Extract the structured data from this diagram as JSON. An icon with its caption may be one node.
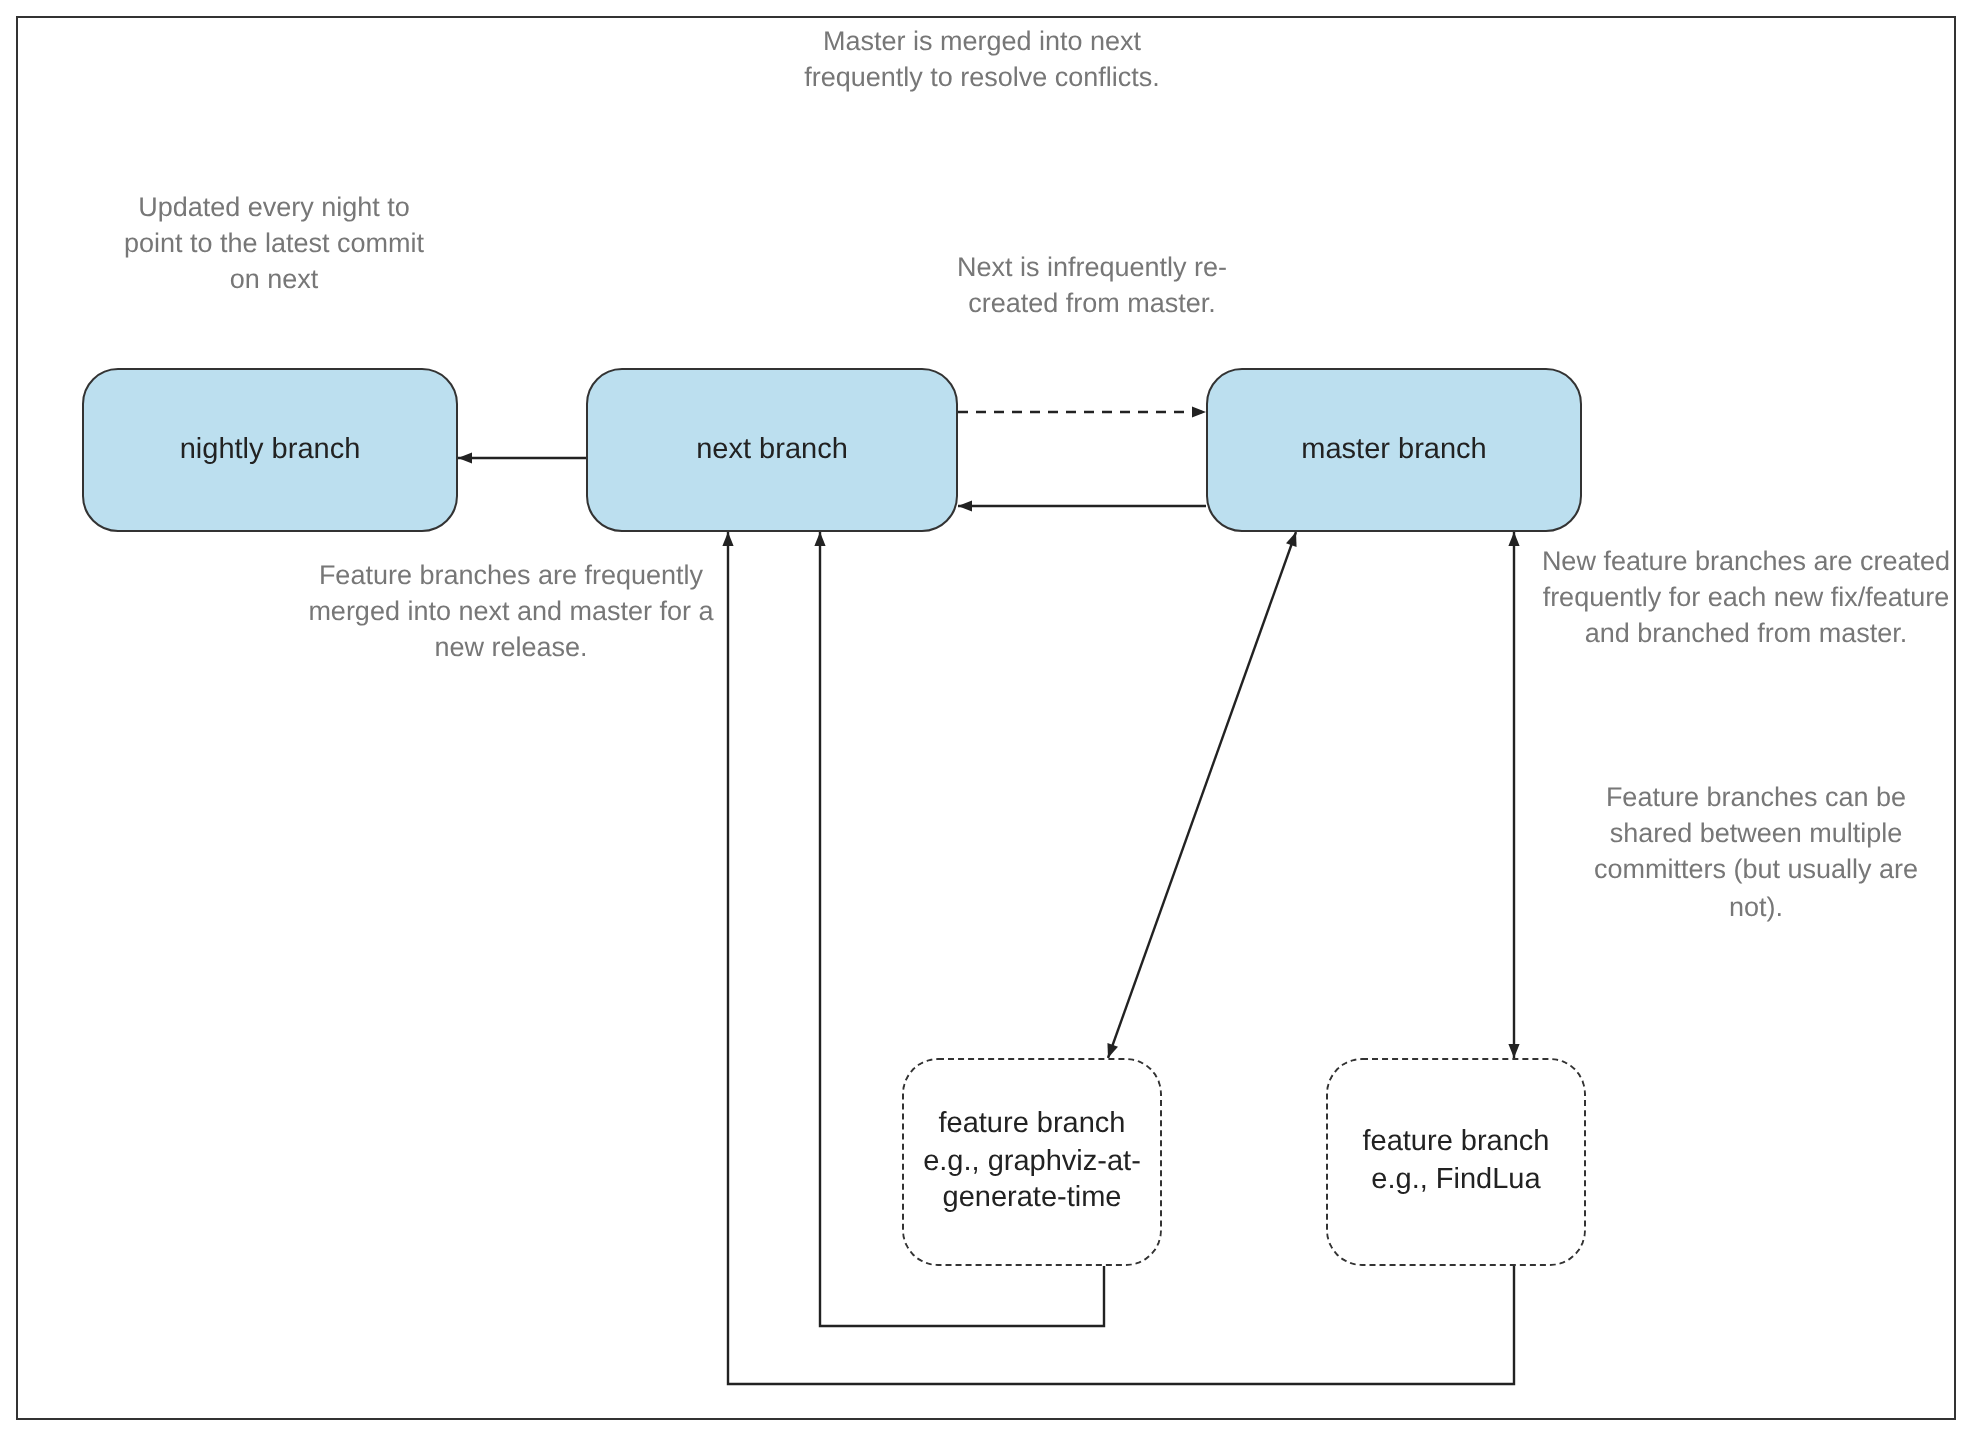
{
  "diagram": {
    "nodes": [
      {
        "text": [
          "nightly branch"
        ],
        "beside": [
          "Updated every night to point to the latest commit on next"
        ]
      },
      {
        "text": [
          "next branch"
        ]
      },
      {
        "text": [
          "master branch"
        ]
      },
      {
        "text": [
          "feature branch",
          "e.g., graphviz-at-generate-time"
        ]
      },
      {
        "text": [
          "feature branch",
          "e.g., FindLua"
        ]
      }
    ],
    "edges": [
      {
        "from": 1,
        "to": 0,
        "arrow": "to"
      },
      {
        "from": 1,
        "to": 2,
        "arrow": "to",
        "style": "dashed"
      },
      {
        "from": 2,
        "to": 1,
        "arrow": "to"
      },
      {
        "from": 2,
        "to": 3,
        "arrow": "both"
      },
      {
        "from": 2,
        "to": 4,
        "arrow": "both"
      },
      {
        "from": 3,
        "to": 1,
        "arrow": "to"
      },
      {
        "from": 4,
        "to": 1,
        "arrow": "to"
      }
    ],
    "labels": [
      "Master is merged into next frequently to resolve conflicts.",
      "Next is infrequently re-created from master.",
      "Feature branches are frequently merged into next and master for a new release.",
      "New feature branches are created frequently for each new fix/feature and branched from master.",
      "Feature branches can be shared between multiple committers (but usually are not)."
    ]
  }
}
